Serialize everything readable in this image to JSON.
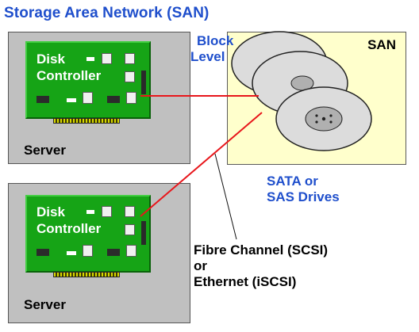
{
  "title": "Storage Area Network (SAN)",
  "servers": [
    {
      "card_line1": "Disk",
      "card_line2": "Controller",
      "label": "Server"
    },
    {
      "card_line1": "Disk",
      "card_line2": "Controller",
      "label": "Server"
    }
  ],
  "san": {
    "label": "SAN"
  },
  "block_level": {
    "line1": "Block",
    "line2": "Level"
  },
  "drives": {
    "line1": "SATA or",
    "line2": "SAS Drives"
  },
  "connection": {
    "line1": "Fibre Channel (SCSI)",
    "line2": "or",
    "line3": "Ethernet (iSCSI)"
  },
  "colors": {
    "accent_blue": "#1f4fcc",
    "link_red": "#e8161b",
    "card_green": "#16a416",
    "san_fill": "#ffffcc",
    "server_fill": "#c0c0c0"
  }
}
